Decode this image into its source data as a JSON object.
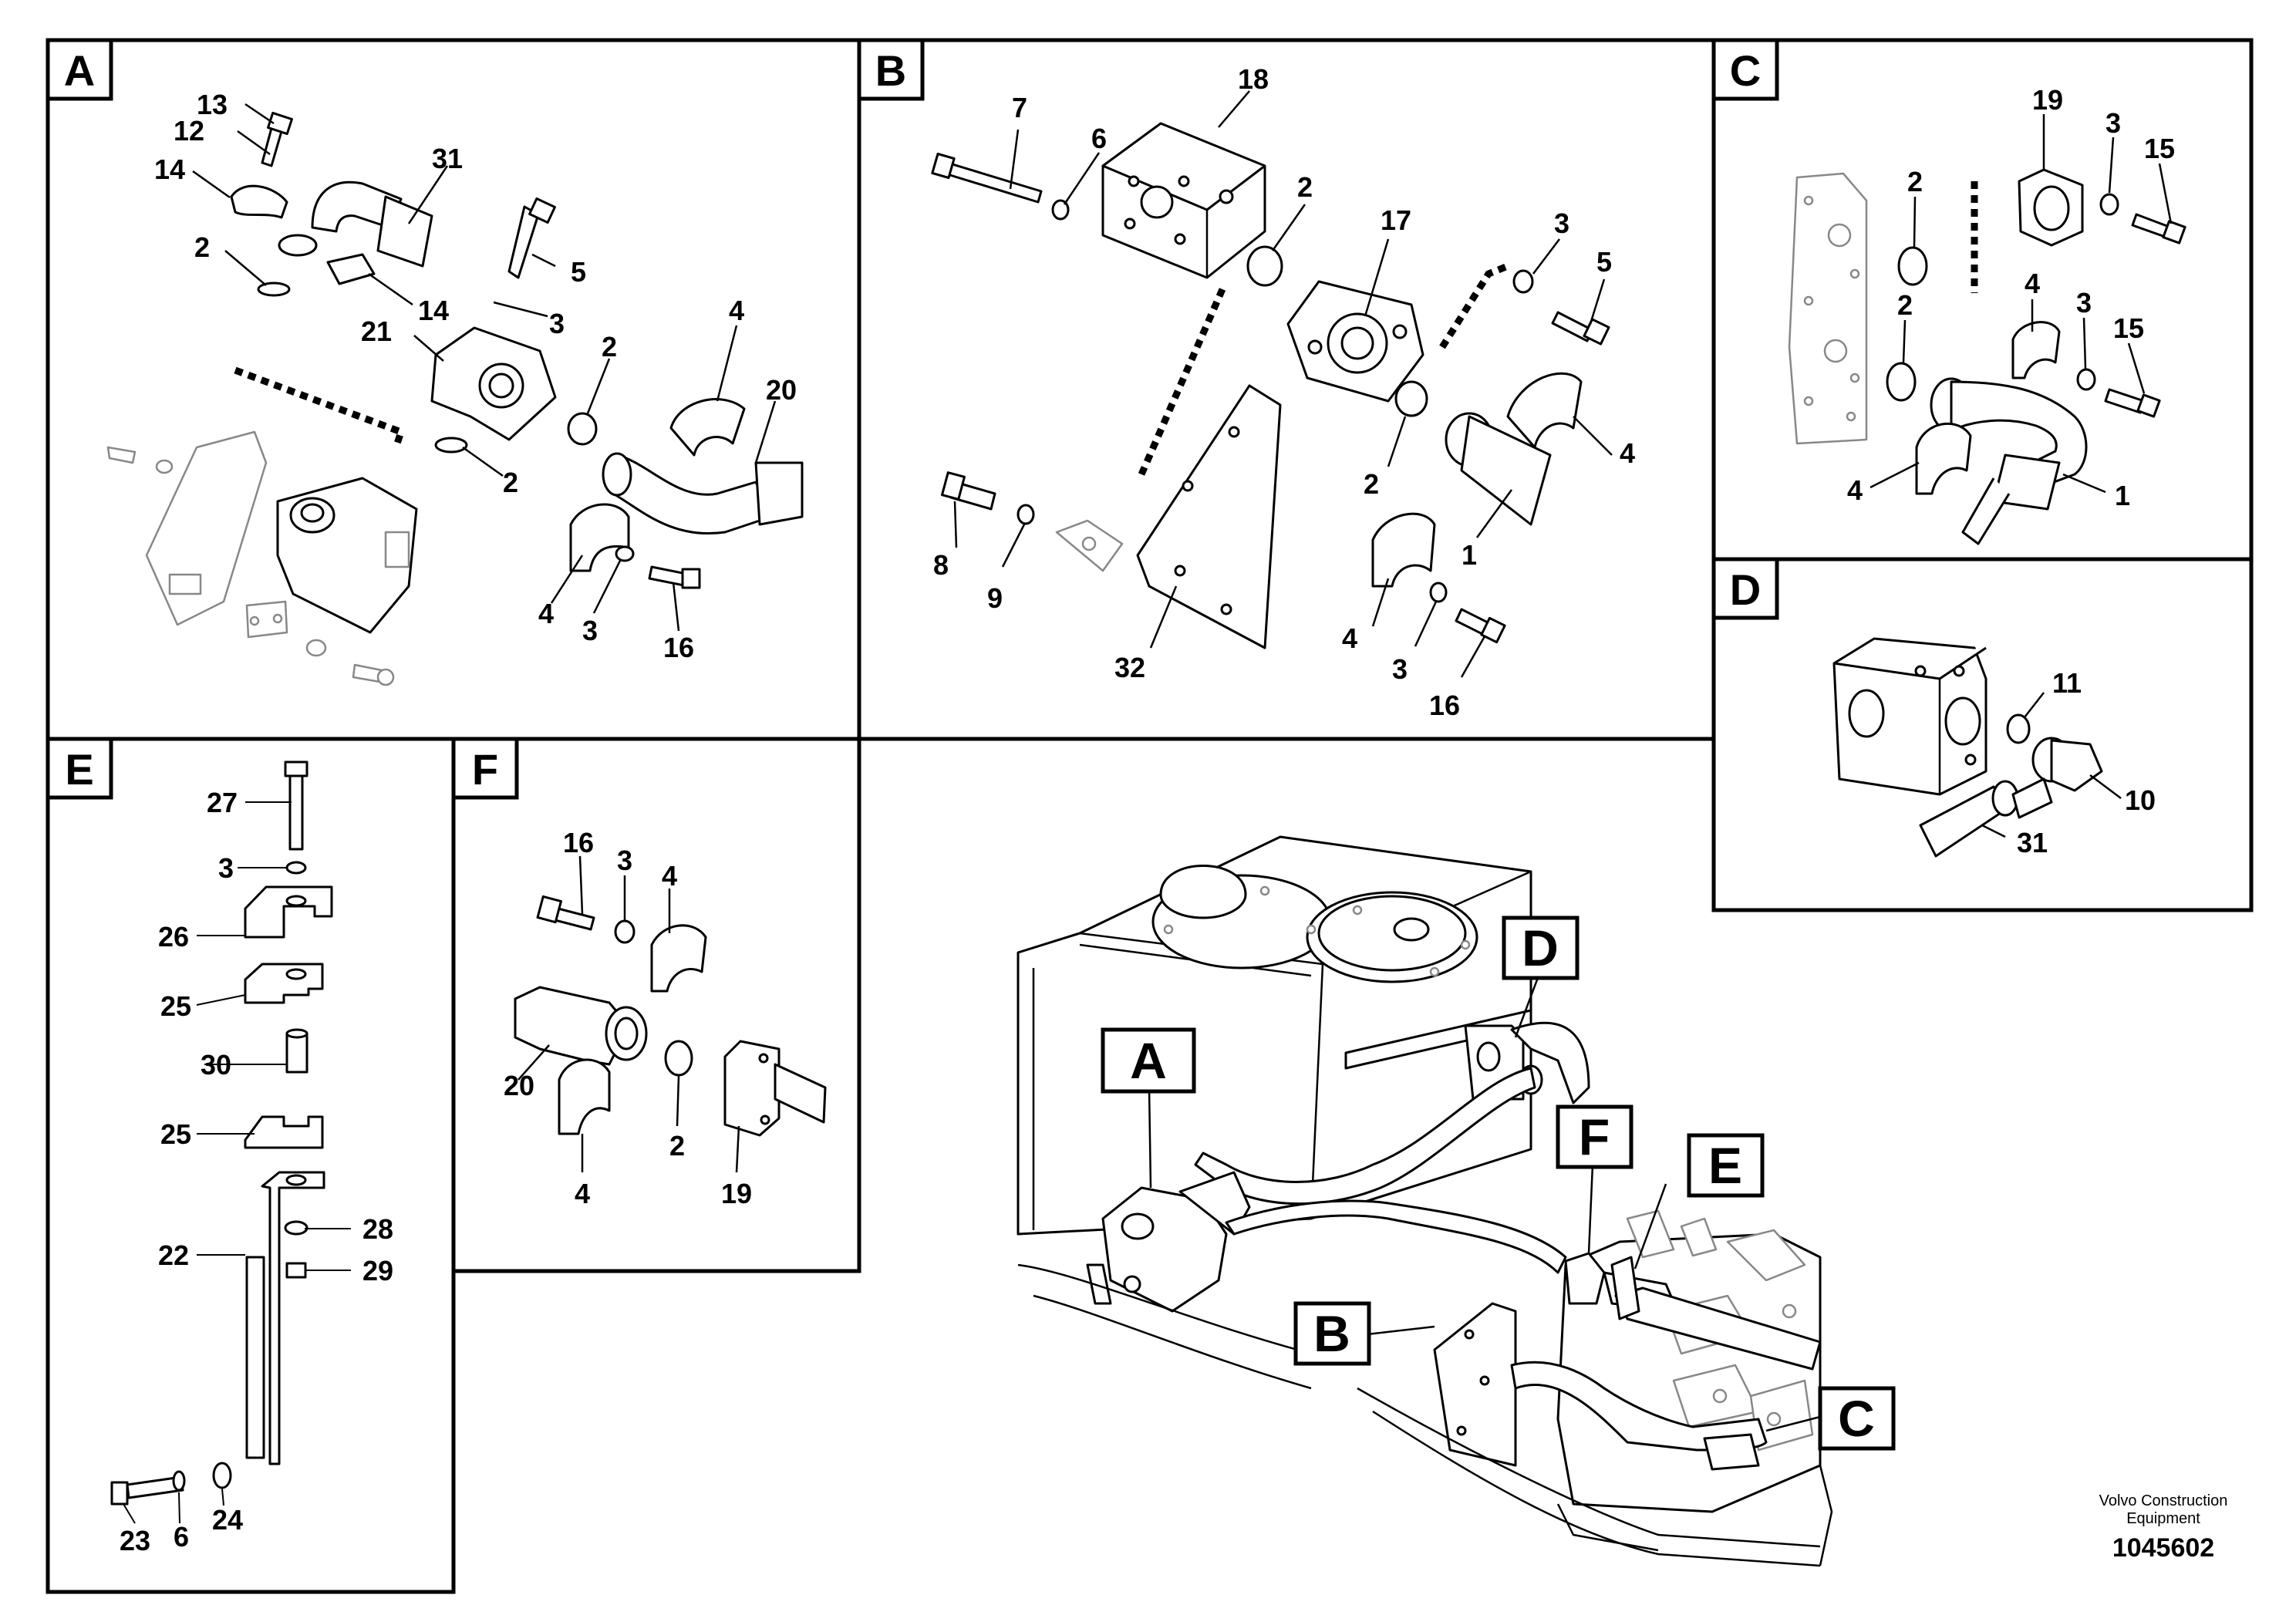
{
  "panels": [
    {
      "id": "A",
      "letter": "A"
    },
    {
      "id": "B",
      "letter": "B"
    },
    {
      "id": "C",
      "letter": "C"
    },
    {
      "id": "D",
      "letter": "D"
    },
    {
      "id": "E",
      "letter": "E"
    },
    {
      "id": "F",
      "letter": "F"
    }
  ],
  "callouts": {
    "A": [
      "13",
      "12",
      "14",
      "31",
      "2",
      "14",
      "5",
      "3",
      "21",
      "2",
      "4",
      "20",
      "2",
      "4",
      "3",
      "16"
    ],
    "B": [
      "7",
      "6",
      "18",
      "2",
      "17",
      "3",
      "5",
      "4",
      "2",
      "1",
      "8",
      "9",
      "32",
      "4",
      "3",
      "16"
    ],
    "C": [
      "19",
      "3",
      "15",
      "2",
      "4",
      "2",
      "3",
      "15",
      "4",
      "1"
    ],
    "D": [
      "11",
      "10",
      "31"
    ],
    "E": [
      "27",
      "3",
      "26",
      "25",
      "30",
      "25",
      "28",
      "22",
      "29",
      "23",
      "6",
      "24"
    ],
    "F": [
      "16",
      "3",
      "4",
      "20",
      "2",
      "4",
      "19"
    ]
  },
  "overview_labels": [
    "A",
    "B",
    "C",
    "D",
    "E",
    "F"
  ],
  "footer": {
    "brand_line1": "Volvo Construction",
    "brand_line2": "Equipment",
    "drawing_number": "1045602"
  }
}
